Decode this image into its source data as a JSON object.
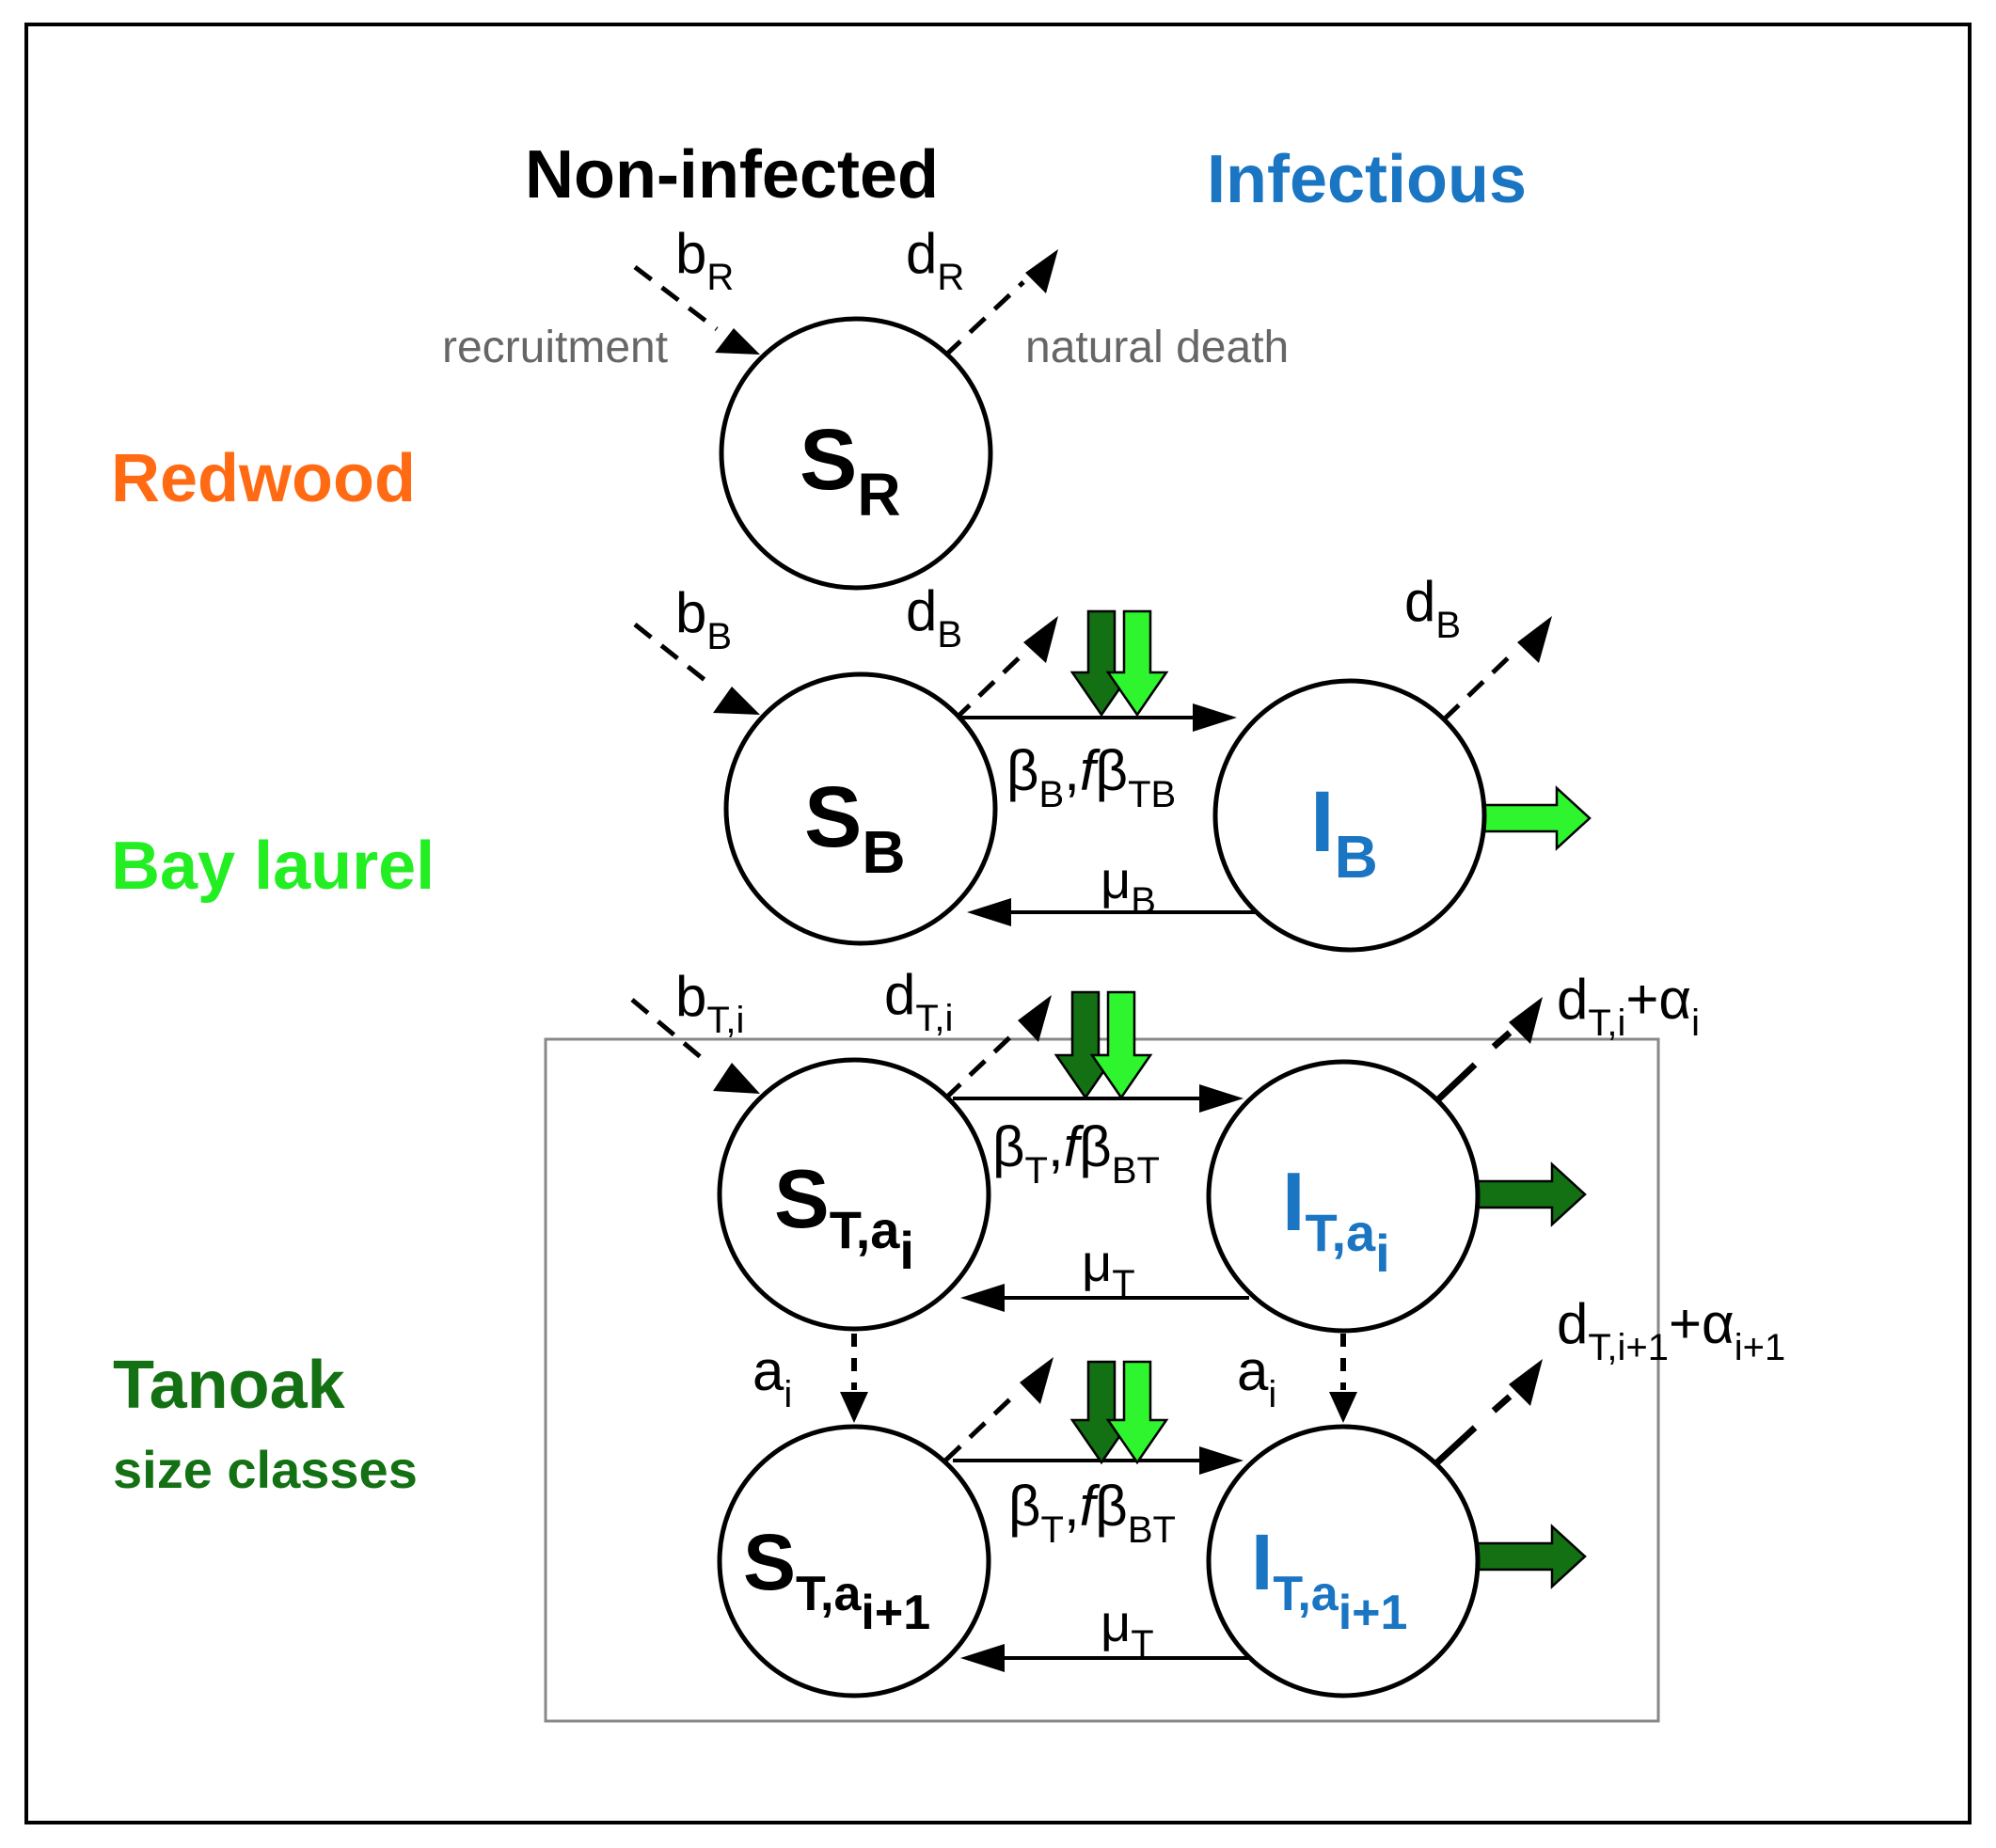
{
  "headers": {
    "non_infected": "Non-infected",
    "infectious": "Infectious"
  },
  "species": {
    "redwood": "Redwood",
    "bay_laurel": "Bay laurel",
    "tanoak": "Tanoak",
    "tanoak_sub": "size classes"
  },
  "notes": {
    "recruitment": "recruitment",
    "natural_death": "natural death"
  },
  "nodes": {
    "sr": {
      "main": "S",
      "sub": "R"
    },
    "sb": {
      "main": "S",
      "sub": "B"
    },
    "ib": {
      "main": "I",
      "sub": "B"
    },
    "st1": {
      "main": "S",
      "sub": "T,a",
      "subsub": "i"
    },
    "it1": {
      "main": "I",
      "sub": "T,a",
      "subsub": "i"
    },
    "st2": {
      "main": "S",
      "sub": "T,a",
      "subsub": "i+1"
    },
    "it2": {
      "main": "I",
      "sub": "T,a",
      "subsub": "i+1"
    }
  },
  "rates": {
    "b_r": {
      "main": "b",
      "sub": "R"
    },
    "d_r": {
      "main": "d",
      "sub": "R"
    },
    "b_b": {
      "main": "b",
      "sub": "B"
    },
    "d_b1": {
      "main": "d",
      "sub": "B"
    },
    "d_b2": {
      "main": "d",
      "sub": "B"
    },
    "beta_b": {
      "beta": "β",
      "beta_sub": "B",
      "comma": ",",
      "f": "f",
      "beta2": "β",
      "beta2_sub": "TB"
    },
    "mu_b": {
      "main": "μ",
      "sub": "B"
    },
    "b_t": {
      "main": "b",
      "sub": "T,i"
    },
    "d_t": {
      "main": "d",
      "sub": "T,i"
    },
    "d_alpha_1": {
      "d": "d",
      "d_sub": "T,i",
      "plus": "+",
      "alpha": "α",
      "alpha_sub": "i"
    },
    "beta_t1": {
      "beta": "β",
      "beta_sub": "T",
      "comma": ",",
      "f": "f",
      "beta2": "β",
      "beta2_sub": "BT"
    },
    "mu_t1": {
      "main": "μ",
      "sub": "T"
    },
    "a_left": {
      "main": "a",
      "sub": "i"
    },
    "a_right": {
      "main": "a",
      "sub": "i"
    },
    "d_alpha_2": {
      "d": "d",
      "d_sub": "T,i+1",
      "plus": "+",
      "alpha": "α",
      "alpha_sub": "i+1"
    },
    "beta_t2": {
      "beta": "β",
      "beta_sub": "T",
      "comma": ",",
      "f": "f",
      "beta2": "β",
      "beta2_sub": "BT"
    },
    "mu_t2": {
      "main": "μ",
      "sub": "T"
    }
  },
  "colors": {
    "redwood": "#ff6a13",
    "bay": "#22ee22",
    "tanoak": "#137013",
    "infectious": "#1a75c2",
    "annotation": "#666666",
    "dark_green_arrow": "#137013",
    "light_green_arrow": "#2ff52f"
  }
}
